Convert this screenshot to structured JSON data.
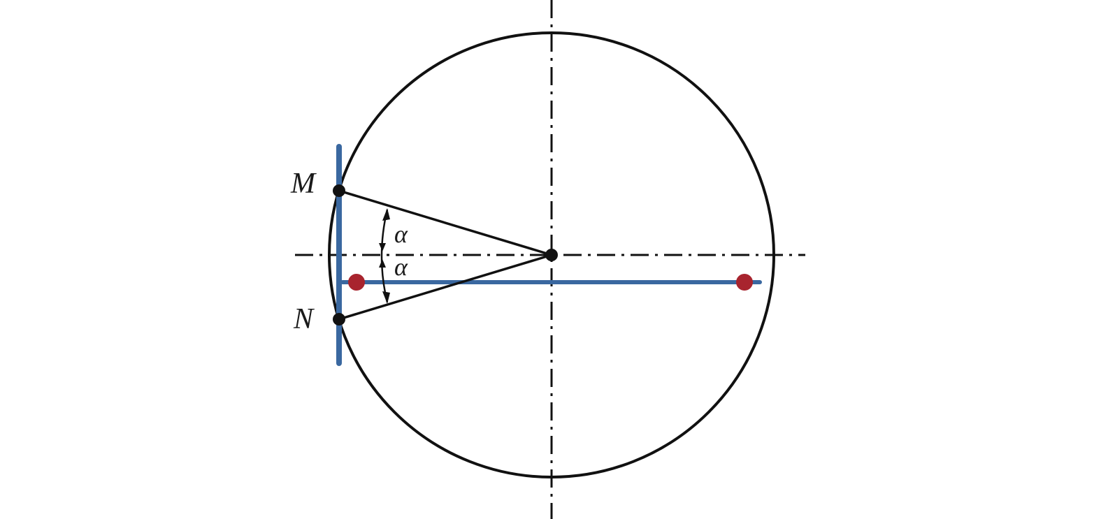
{
  "labels": {
    "point_m": "M",
    "point_n": "N",
    "angle_upper": "α",
    "angle_lower": "α"
  },
  "colors": {
    "stroke": "#111111",
    "bar_blue": "#3a68a0",
    "marker_red": "#a8242e",
    "point_black": "#111111",
    "background": "#ffffff"
  }
}
